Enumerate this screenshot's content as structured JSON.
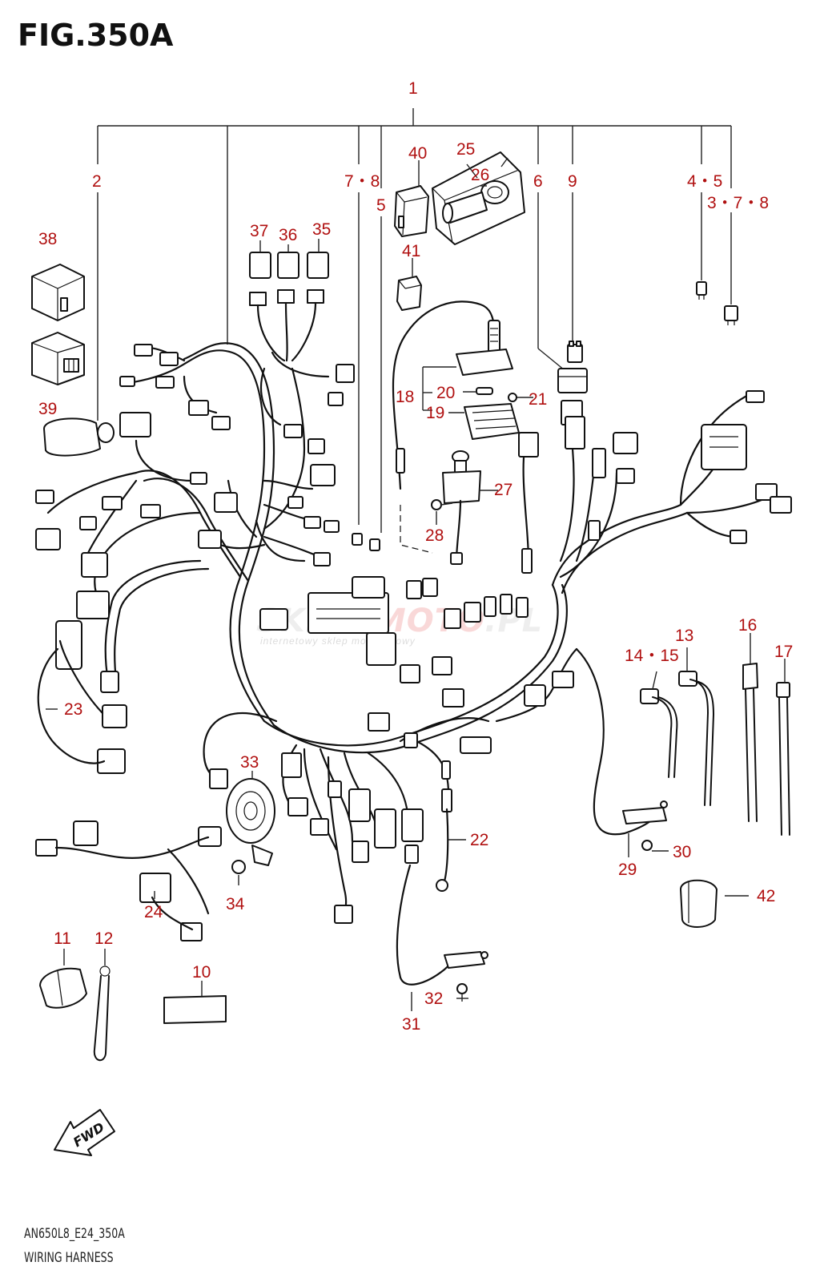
{
  "figure": {
    "title": "FIG.350A",
    "model_code": "AN650L8_E24_350A",
    "section_name": "WIRING HARNESS"
  },
  "watermark": {
    "text_a": "SKLEP",
    "text_b": "MOTO",
    "text_c": ".PL",
    "subtitle": "internetowy sklep motocyklowy"
  },
  "callouts": {
    "c1": "1",
    "c2": "2",
    "c7_8a": "7・8",
    "c5a": "5",
    "c40": "40",
    "c25": "25",
    "c26": "26",
    "c6": "6",
    "c9": "9",
    "c4_5": "4・5",
    "c3_7_8": "3・7・8",
    "c38": "38",
    "c37": "37",
    "c36": "36",
    "c35": "35",
    "c41": "41",
    "c39": "39",
    "c18": "18",
    "c20": "20",
    "c21": "21",
    "c19": "19",
    "c27": "27",
    "c28": "28",
    "c23": "23",
    "c14_15": "14・15",
    "c13": "13",
    "c16": "16",
    "c17": "17",
    "c33": "33",
    "c22": "22",
    "c30": "30",
    "c29": "29",
    "c42": "42",
    "c34": "34",
    "c24": "24",
    "c11": "11",
    "c12": "12",
    "c10": "10",
    "c32": "32",
    "c31": "31"
  },
  "arrow": {
    "label": "FWD"
  },
  "colors": {
    "callout": "#b01010",
    "line": "#111111"
  }
}
